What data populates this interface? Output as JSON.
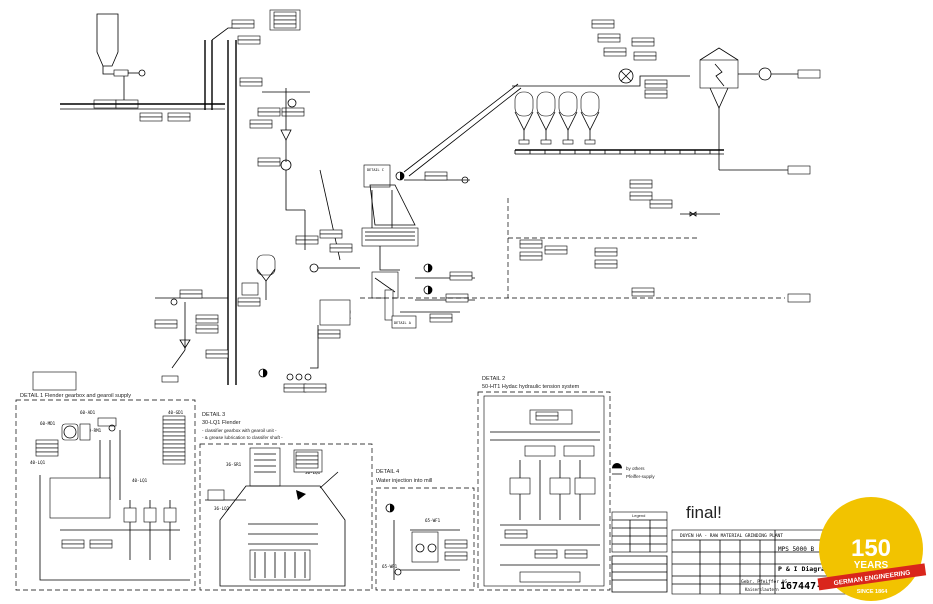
{
  "details": {
    "d1_line1": "DETAIL 1",
    "d1_line2": "Flender gearbox and gearoil supply",
    "d2_line1": "DETAIL 2",
    "d2_line2": "50-HT1 Hydac hydraulic tension system",
    "d3_line1": "DETAIL 3",
    "d3_line2": "30-LQ1 Flender",
    "d3_line3": "- classifier gearbox with gearoil unit -",
    "d3_line4": "- & grease lubrication to classifer shaft -",
    "d4_line1": "DETAIL 4",
    "d4_line2": "Water injection into mill"
  },
  "tags": {
    "mot1": "60-MD1",
    "ad1": "60-AD1",
    "gd1": "40-GD1",
    "rm1": "60-RM1",
    "lq1_left": "40-LQ1",
    "lq1_mid": "40-LQ1",
    "sr1": "36-SR1",
    "lq1_d3": "30-LQ1",
    "lq2": "36-LQ2",
    "wp1": "65-WP1",
    "wf1": "65-WF1"
  },
  "labels": {
    "by_others": "by others",
    "pfeiffer_supply": "Pfeiffer-supply",
    "legend": "Legend",
    "final": "final!",
    "detail_c": "DETAIL C",
    "detail_a": "DETAIL A"
  },
  "title_block": {
    "project": "DUYEN HA - RAW MATERIAL GRINDING PLANT",
    "mps": "MPS 5000 B",
    "pi": "P & I Diagra",
    "number": "167447-",
    "company": "Gebr. Pfeiffer AG",
    "city": "Kaiserslautern"
  },
  "badge": {
    "number": "150",
    "years": "YEARS",
    "line1": "GERMAN ENGINEERING",
    "line2": "SINCE 1864",
    "color": "#f2c300"
  }
}
